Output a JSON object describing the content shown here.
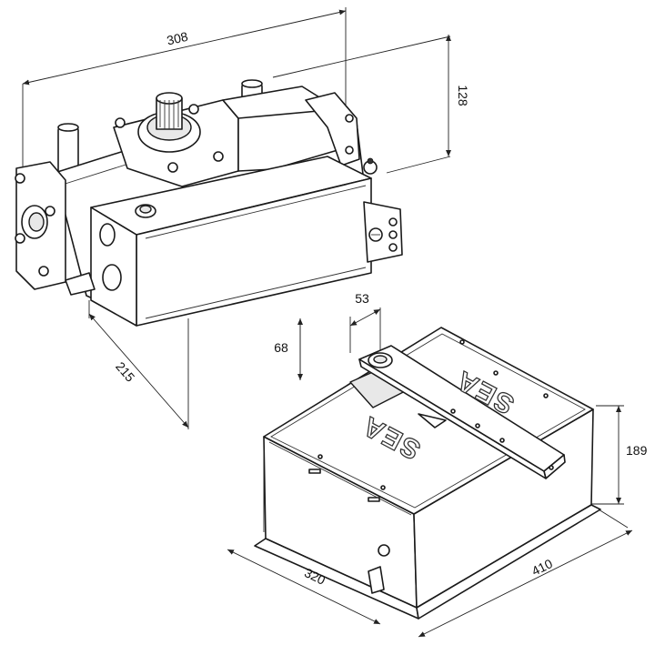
{
  "dimensions": {
    "operator_length": "308",
    "operator_height": "128",
    "operator_depth": "215",
    "lever_offset": "53",
    "lever_height": "68",
    "box_height": "189",
    "box_width": "320",
    "box_length": "410"
  },
  "branding": {
    "logo_text_lid": "SEA",
    "logo_text_lever_plate": "SEA"
  }
}
